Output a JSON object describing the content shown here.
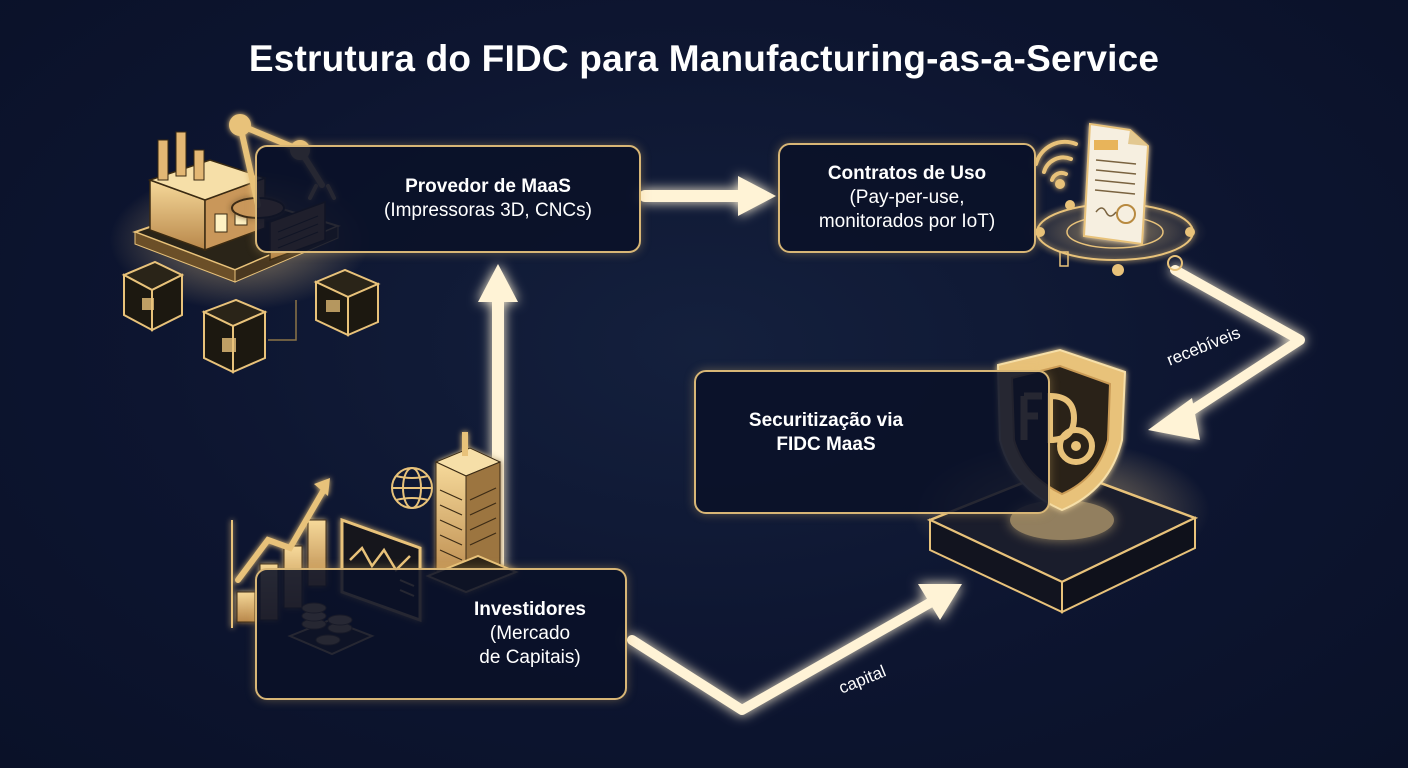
{
  "title": "Estrutura do FIDC para Manufacturing-as-a-Service",
  "nodes": {
    "provider": {
      "head": "Provedor de MaaS",
      "sub": "(Impressoras 3D, CNCs)"
    },
    "contracts": {
      "head": "Contratos de Uso",
      "sub_line1": "(Pay-per-use,",
      "sub_line2": "monitorados por IoT)"
    },
    "fidc": {
      "head_line1": "Securitização via",
      "head_line2": "FIDC MaaS"
    },
    "investors": {
      "head": "Investidores",
      "sub_line1": "(Mercado",
      "sub_line2": "de Capitais)"
    }
  },
  "flows": {
    "receivables": "recebíveis",
    "capital": "capital"
  },
  "colors": {
    "background": "#0d1530",
    "gold": "#e8c27a",
    "border": "#d8b676",
    "arrow": "#fff3d6"
  },
  "icons": [
    "factory-icon",
    "robot-arm-icon",
    "3d-printer-icon",
    "cnc-machine-icon",
    "wifi-icon",
    "contract-document-icon",
    "iot-network-icon",
    "shield-fidc-icon",
    "growth-chart-icon",
    "trading-monitor-icon",
    "coins-icon",
    "globe-icon",
    "skyscraper-icon"
  ]
}
